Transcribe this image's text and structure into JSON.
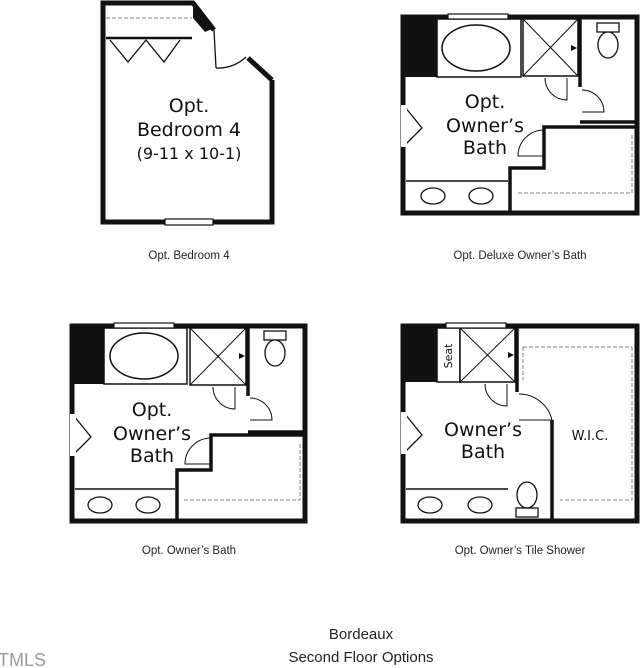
{
  "plans": {
    "bedroom4": {
      "room_line1": "Opt.",
      "room_line2": "Bedroom 4",
      "room_dims": "(9-11 x 10-1)",
      "caption": "Opt. Bedroom 4"
    },
    "deluxe_bath": {
      "room_line1": "Opt.",
      "room_line2": "Owner’s",
      "room_line3": "Bath",
      "caption": "Opt. Deluxe Owner’s Bath"
    },
    "owners_bath": {
      "room_line1": "Opt.",
      "room_line2": "Owner’s",
      "room_line3": "Bath",
      "caption": "Opt. Owner’s Bath"
    },
    "tile_shower": {
      "room_line1": "Owner’s",
      "room_line2": "Bath",
      "seat_label": "Seat",
      "closet_label": "W.I.C.",
      "caption": "Opt. Owner’s Tile Shower"
    }
  },
  "footer": {
    "line1": "Bordeaux",
    "line2": "Second Floor Options"
  },
  "watermark": "TMLS"
}
